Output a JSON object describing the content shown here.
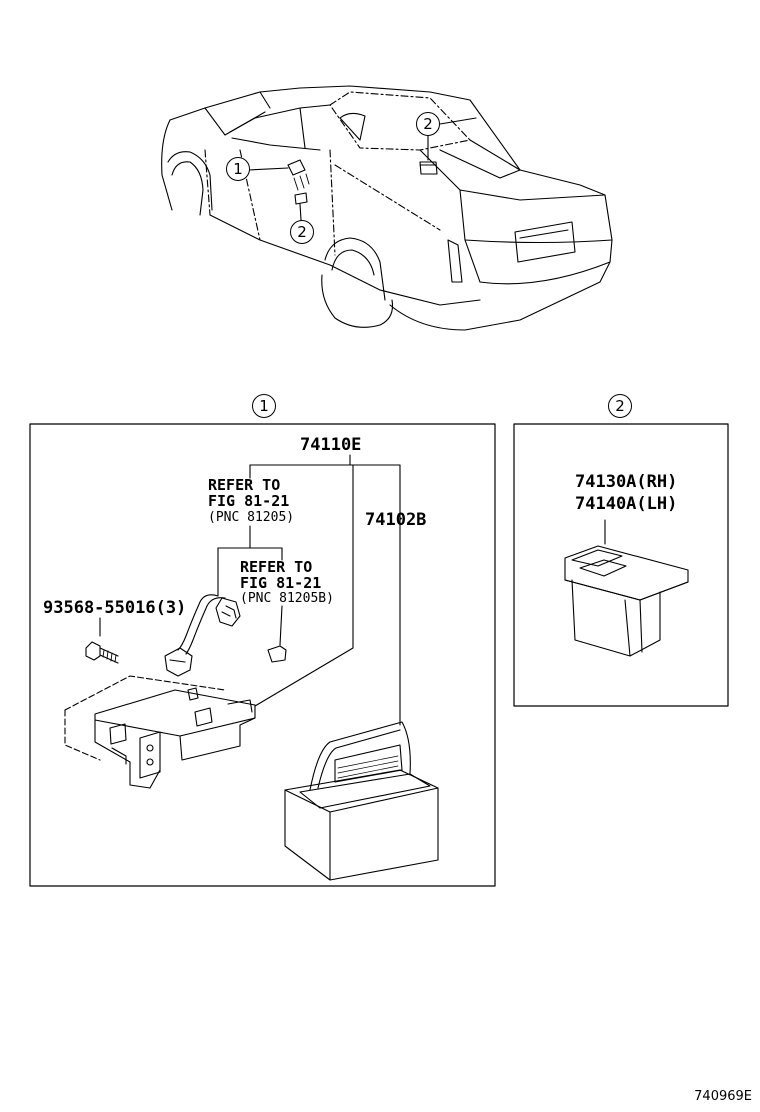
{
  "car_callouts": {
    "c1": "1",
    "c2_top": "2",
    "c2_bottom": "2"
  },
  "panel1": {
    "callout": "1",
    "main_part": "74110E",
    "ref_a": {
      "line1": "REFER TO",
      "line2": "FIG 81-21",
      "line3": "(PNC 81205)"
    },
    "ref_b": {
      "line1": "REFER TO",
      "line2": "FIG 81-21",
      "line3": "(PNC 81205B)"
    },
    "screw_part": "93568-55016(3)",
    "tray_part": "74102B"
  },
  "panel2": {
    "callout": "2",
    "part_rh": "74130A(RH)",
    "part_lh": "74140A(LH)"
  },
  "figure_id": "740969E"
}
